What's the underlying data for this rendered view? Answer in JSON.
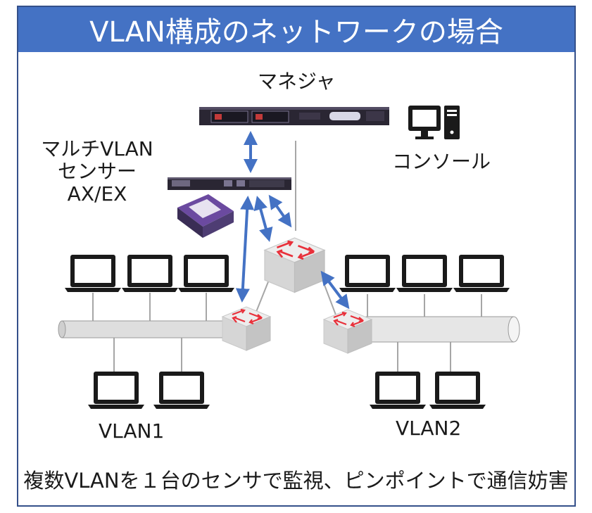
{
  "title": "VLAN構成のネットワークの場合",
  "labels": {
    "manager": "マネジャ",
    "console": "コンソール",
    "sensor_line1": "マルチVLAN",
    "sensor_line2": "センサー",
    "sensor_line3": "AX/EX",
    "vlan1": "VLAN1",
    "vlan2": "VLAN2"
  },
  "footer": "複数VLANを１台のセンサで監視、ピンポイントで通信妨害",
  "colors": {
    "title_bg": "#4472c4",
    "arrow": "#4472c4",
    "switch_arrow": "#e8303a",
    "frame": "#34508a"
  }
}
